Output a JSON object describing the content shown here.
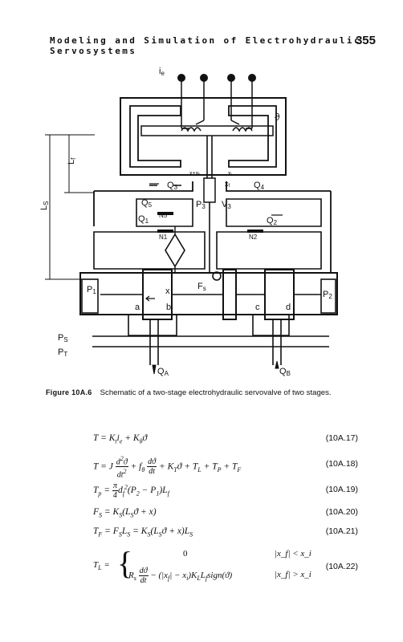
{
  "header": {
    "running_title": "Modeling and Simulation of Electrohydraulic Servosystems",
    "page_number": "355"
  },
  "figure_labels": {
    "ie": "i",
    "ie_sub": "e",
    "theta": "ϑ",
    "Lf": "L",
    "Lf_sub": "f",
    "Ls": "L",
    "Ls_sub": "S",
    "Q3": "Q",
    "Q3_sub": "3",
    "Q4": "Q",
    "Q4_sub": "4",
    "xplus": "x+x",
    "xplus_sub": "f",
    "xi": "x",
    "xi_sub": "i",
    "xf": "x",
    "xf_sub": "f",
    "Q5": "Q",
    "Q5_sub": "5",
    "P3": "P",
    "P3_sub": "3",
    "V3": "V",
    "V3_sub": "3",
    "N5": "N5",
    "Q1": "Q",
    "Q1_sub": "1",
    "Q2": "Q",
    "Q2_sub": "2",
    "N1": "N1",
    "N2": "N2",
    "P1": "P",
    "P1_sub": "1",
    "P2": "P",
    "P2_sub": "2",
    "x": "x",
    "Fs": "F",
    "Fs_sub": "s",
    "a": "a",
    "b": "b",
    "c": "c",
    "d": "d",
    "Ps": "P",
    "Ps_sub": "S",
    "Pt": "P",
    "Pt_sub": "T",
    "QA": "Q",
    "QA_sub": "A",
    "QB": "Q",
    "QB_sub": "B"
  },
  "caption": {
    "label": "Figure 10A.6",
    "text": "Schematic of a two-stage electrohydraulic servovalve of two stages."
  },
  "equations": [
    {
      "num": "(10A.17)"
    },
    {
      "num": "(10A.18)"
    },
    {
      "num": "(10A.19)"
    },
    {
      "num": "(10A.20)"
    },
    {
      "num": "(10A.21)"
    },
    {
      "num": "(10A.22)"
    }
  ],
  "eq_text": {
    "e17": "T = K_t i_e + K_θ ϑ",
    "e20": "F_S = K_S(L_S ϑ + x)",
    "e21": "T_F = F_S L_S = K_S(L_S ϑ + x)L_S",
    "e22_case1_val": "0",
    "e22_case1_cond": "|x_f| < x_i",
    "e22_case2_cond": "|x_f| > x_i"
  }
}
